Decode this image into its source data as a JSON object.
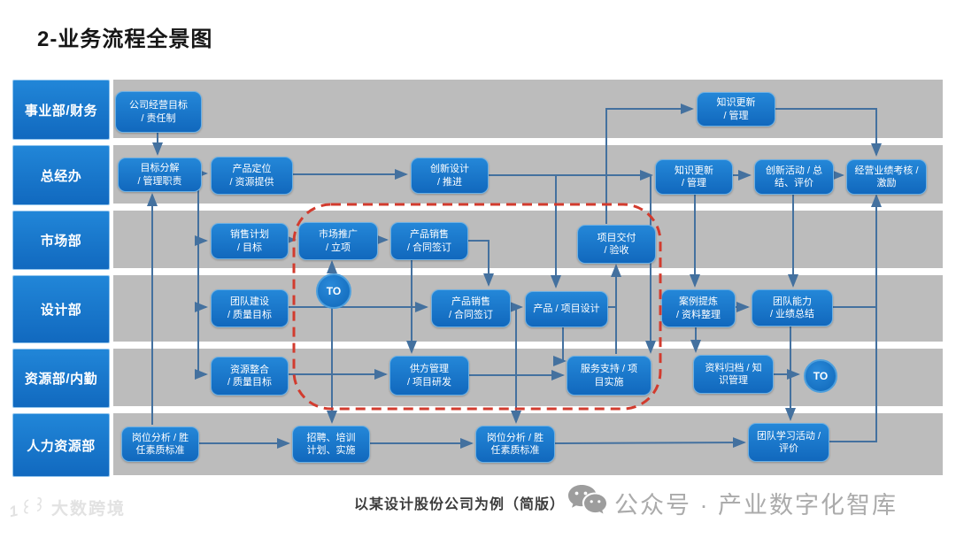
{
  "title": "2-业务流程全景图",
  "caption": "以某设计股份公司为例（简版）",
  "watermark": {
    "icon": "wechat-icon",
    "text": "公众号 · 产业数字化智库"
  },
  "brand": {
    "text": "大数跨境"
  },
  "colors": {
    "node_blue": "#1a78cd",
    "lane_gray": "#bcbcbc",
    "wire_blue": "#44719f",
    "highlight_red": "#d23b2e"
  },
  "lanes": [
    {
      "label": "事业部/财务"
    },
    {
      "label": "总经办"
    },
    {
      "label": "市场部"
    },
    {
      "label": "设计部"
    },
    {
      "label": "资源部/内勤"
    },
    {
      "label": "人力资源部"
    }
  ],
  "connector_label": "TO",
  "nodes": [
    {
      "text": "公司经营目标\n/ 责任制"
    },
    {
      "text": "知识更新\n/ 管理"
    },
    {
      "text": "目标分解\n/ 管理职责"
    },
    {
      "text": "产品定位\n/ 资源提供"
    },
    {
      "text": "创新设计\n/ 推进"
    },
    {
      "text": "知识更新\n/ 管理"
    },
    {
      "text": "创新活动 / 总\n结、评价"
    },
    {
      "text": "经营业绩考核 /\n激励"
    },
    {
      "text": "销售计划\n/ 目标"
    },
    {
      "text": "市场推广\n/ 立项"
    },
    {
      "text": "产品销售\n/ 合同签订"
    },
    {
      "text": "项目交付\n/ 验收"
    },
    {
      "text": "团队建设\n/ 质量目标"
    },
    {
      "text": "产品销售\n/ 合同签订"
    },
    {
      "text": "产品 / 项目设计"
    },
    {
      "text": "案例提炼\n/ 资料整理"
    },
    {
      "text": "团队能力\n/ 业绩总结"
    },
    {
      "text": "资源整合\n/ 质量目标"
    },
    {
      "text": "供方管理\n/ 项目研发"
    },
    {
      "text": "服务支持 / 项\n目实施"
    },
    {
      "text": "资料归档 / 知\n识管理"
    },
    {
      "text": "岗位分析 / 胜\n任素质标准"
    },
    {
      "text": "招聘、培训\n计划、实施"
    },
    {
      "text": "岗位分析 / 胜\n任素质标准"
    },
    {
      "text": "团队学习活动 /\n评价"
    }
  ]
}
